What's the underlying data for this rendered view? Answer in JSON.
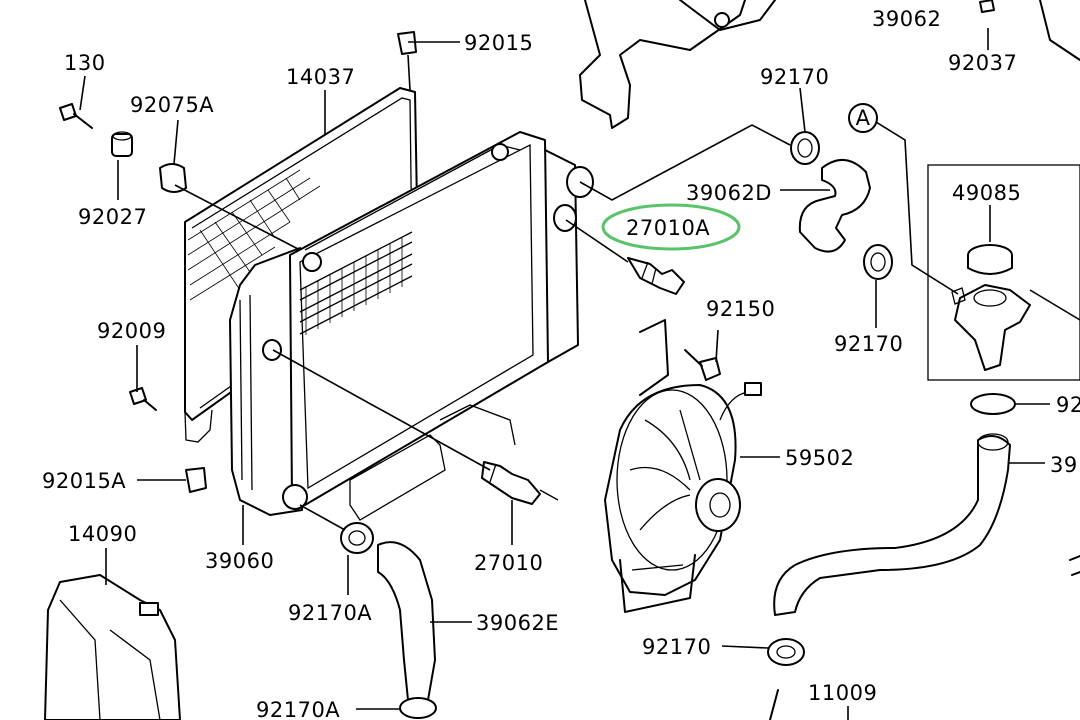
{
  "diagram": {
    "highlight_color": "#59c36a",
    "labels": {
      "p130": "130",
      "p92015": "92015",
      "p14037": "14037",
      "p92075A": "92075A",
      "p92027": "92027",
      "p92009": "92009",
      "p92015A": "92015A",
      "p14090": "14090",
      "p39060": "39060",
      "p92170A_1": "92170A",
      "p92170A_2": "92170A",
      "p39062E": "39062E",
      "p27010": "27010",
      "p27010A": "27010A",
      "p92150": "92150",
      "p59502": "59502",
      "p92170_1": "92170",
      "p92170_2": "92170",
      "p92170_3": "92170",
      "p39062D": "39062D",
      "p39062": "39062",
      "p92037": "92037",
      "p49085": "49085",
      "p11009": "11009",
      "p92_cut": "92",
      "p39_cut": "39",
      "ref_a": "A"
    }
  }
}
